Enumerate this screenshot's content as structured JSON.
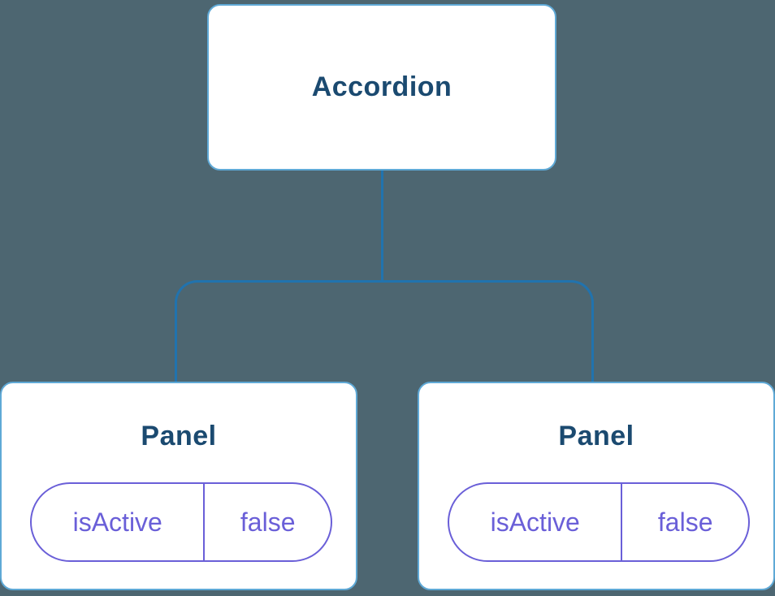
{
  "diagram": {
    "title": "component-state-tree",
    "root": {
      "label": "Accordion"
    },
    "children": [
      {
        "label": "Panel",
        "state": {
          "key": "isActive",
          "value": "false"
        }
      },
      {
        "label": "Panel",
        "state": {
          "key": "isActive",
          "value": "false"
        }
      }
    ],
    "colors": {
      "background": "#4d6671",
      "node_bg": "#ffffff",
      "node_border": "#5fa9d6",
      "node_text": "#1b4a70",
      "connector": "#2173ae",
      "state_color": "#6a5fd8"
    }
  }
}
